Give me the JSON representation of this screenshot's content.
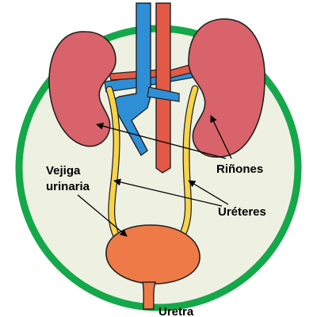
{
  "labels": {
    "kidneys": "Riñones",
    "ureters": "Uréteres",
    "bladder_line1": "Vejiga",
    "bladder_line2": "urinaria",
    "urethra": "Uretra"
  },
  "colors": {
    "circle_fill": "#eef0e2",
    "circle_ring": "#14a84a",
    "kidney": "#d9636a",
    "vein": "#2e8fd6",
    "artery": "#e25a45",
    "ureter": "#f7d44a",
    "bladder": "#ee7a48"
  }
}
